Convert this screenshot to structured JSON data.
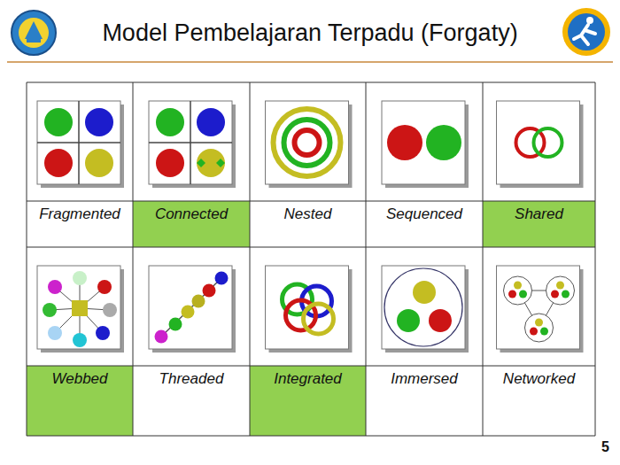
{
  "diagram": {
    "title": "Model Pembelajaran Terpadu (Forgaty)",
    "labels": [
      "Fragmented",
      "Connected",
      "Nested",
      "Sequenced",
      "Shared",
      "Webbed",
      "Threaded",
      "Integrated",
      "Immersed",
      "Networked",
      "5"
    ]
  }
}
